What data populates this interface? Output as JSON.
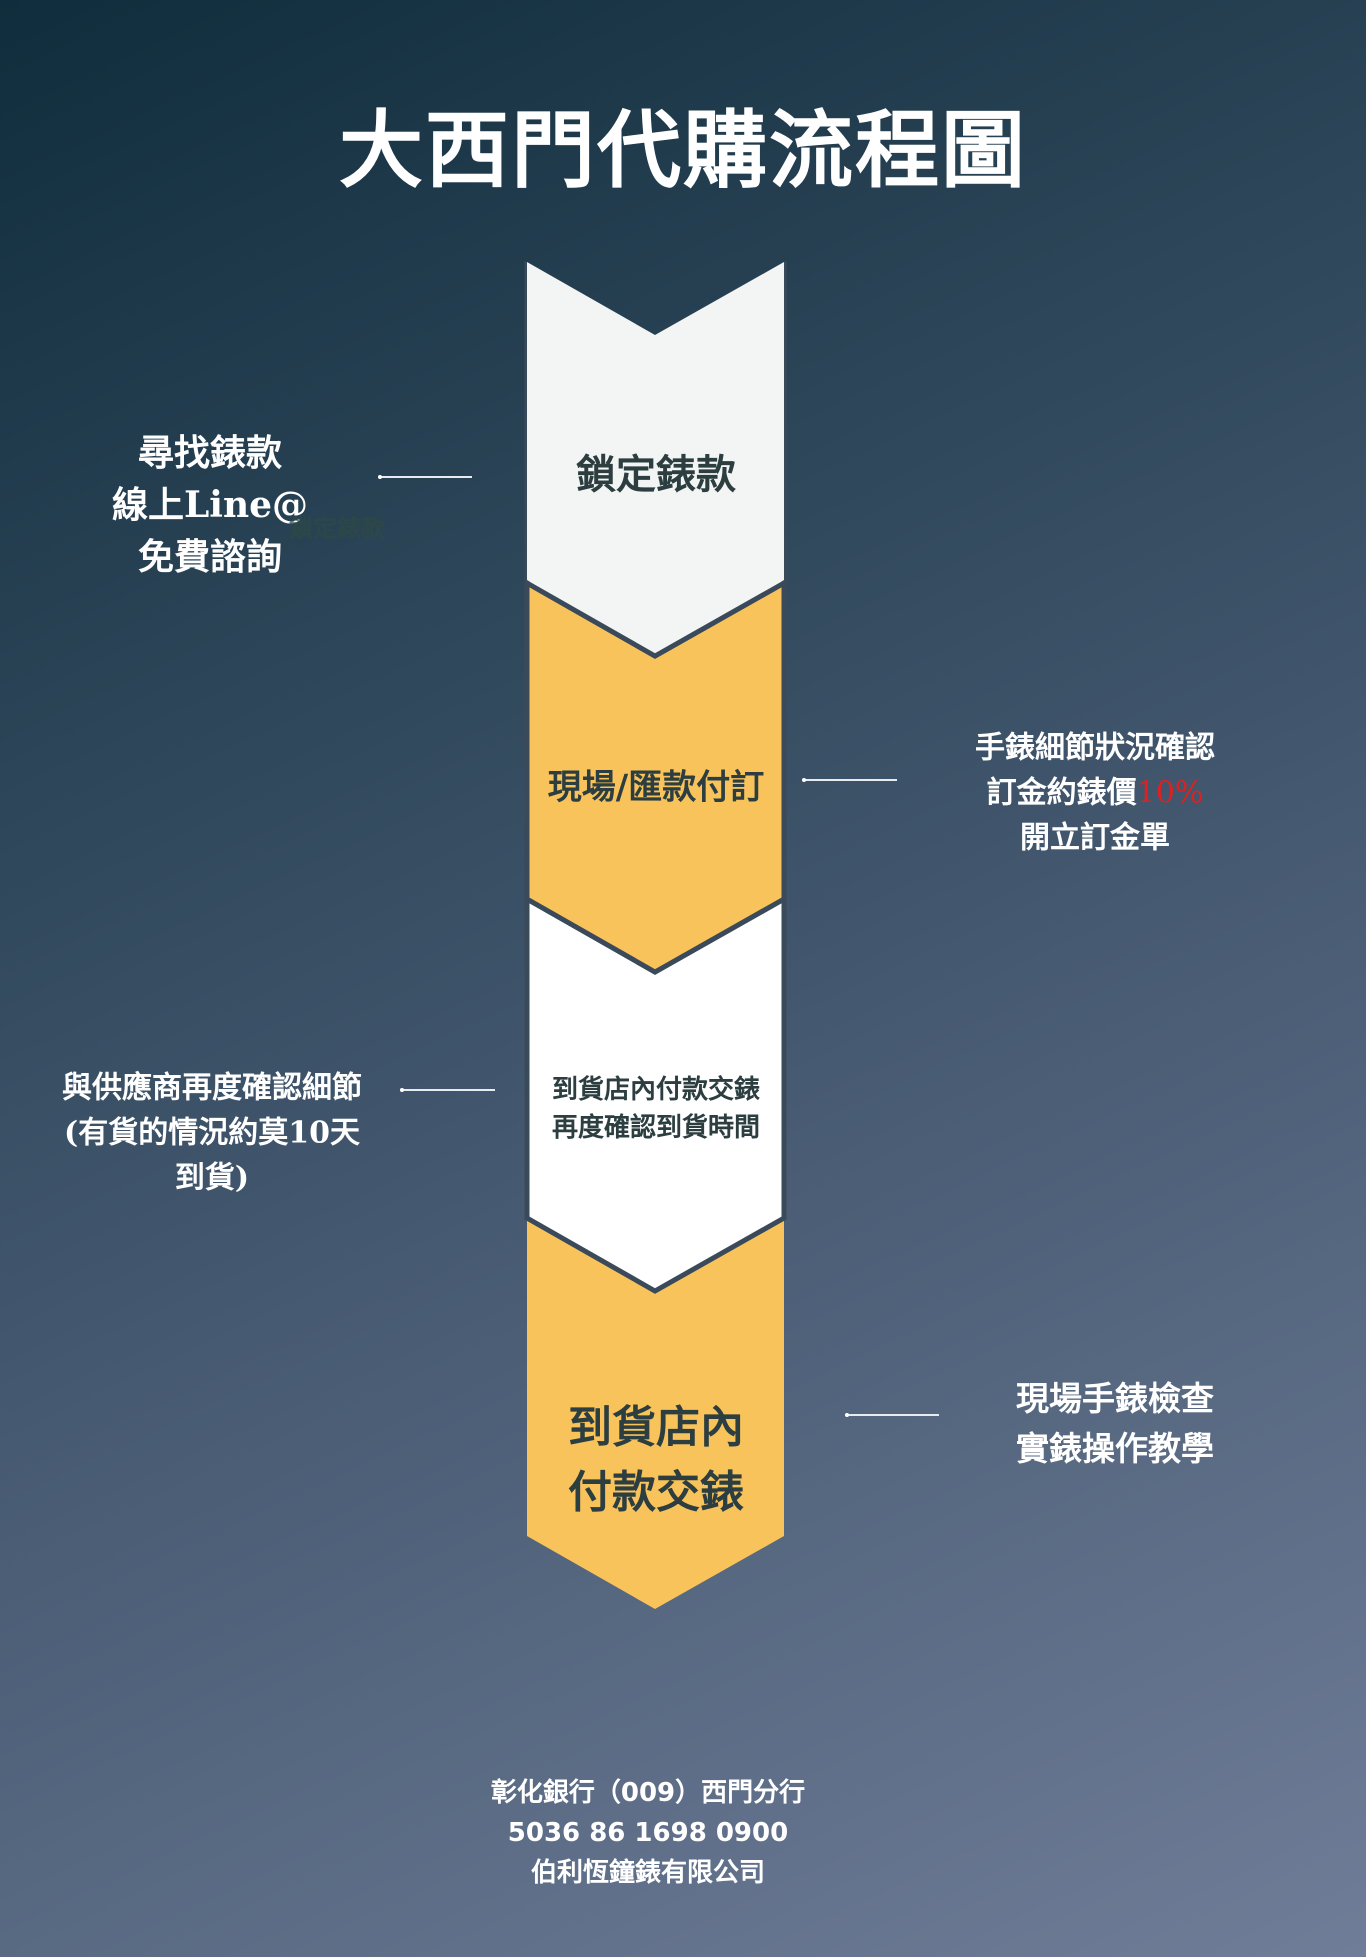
{
  "title": "大西門代購流程圖",
  "steps": [
    {
      "label": "鎖定錶款",
      "color": "#f3f5f4"
    },
    {
      "label": "現場/匯款付訂",
      "color": "#f9c35c"
    },
    {
      "line1": "到貨店內付款交錶",
      "line2": "再度確認到貨時間",
      "color": "#ffffff"
    },
    {
      "line1": "到貨店內",
      "line2": "付款交錶",
      "color": "#f9c35c"
    }
  ],
  "notes": {
    "step1": {
      "lines": [
        "尋找錶款",
        "線上Line@",
        "免費諮詢"
      ],
      "ghost": "鎖定錶款"
    },
    "step2": {
      "line1": "手錶細節狀況確認",
      "line2_prefix": "訂金約錶價",
      "line2_highlight": "10%",
      "line3": "開立訂金單"
    },
    "step3": {
      "lines": [
        "與供應商再度確認細節",
        "(有貨的情況約莫10天",
        "到貨)"
      ]
    },
    "step4": {
      "lines": [
        "現場手錶檢查",
        "實錶操作教學"
      ]
    }
  },
  "footer": {
    "bank": "彰化銀行（009）西門分行",
    "account": "5036 86 1698 0900",
    "company": "伯利恆鐘錶有限公司"
  }
}
